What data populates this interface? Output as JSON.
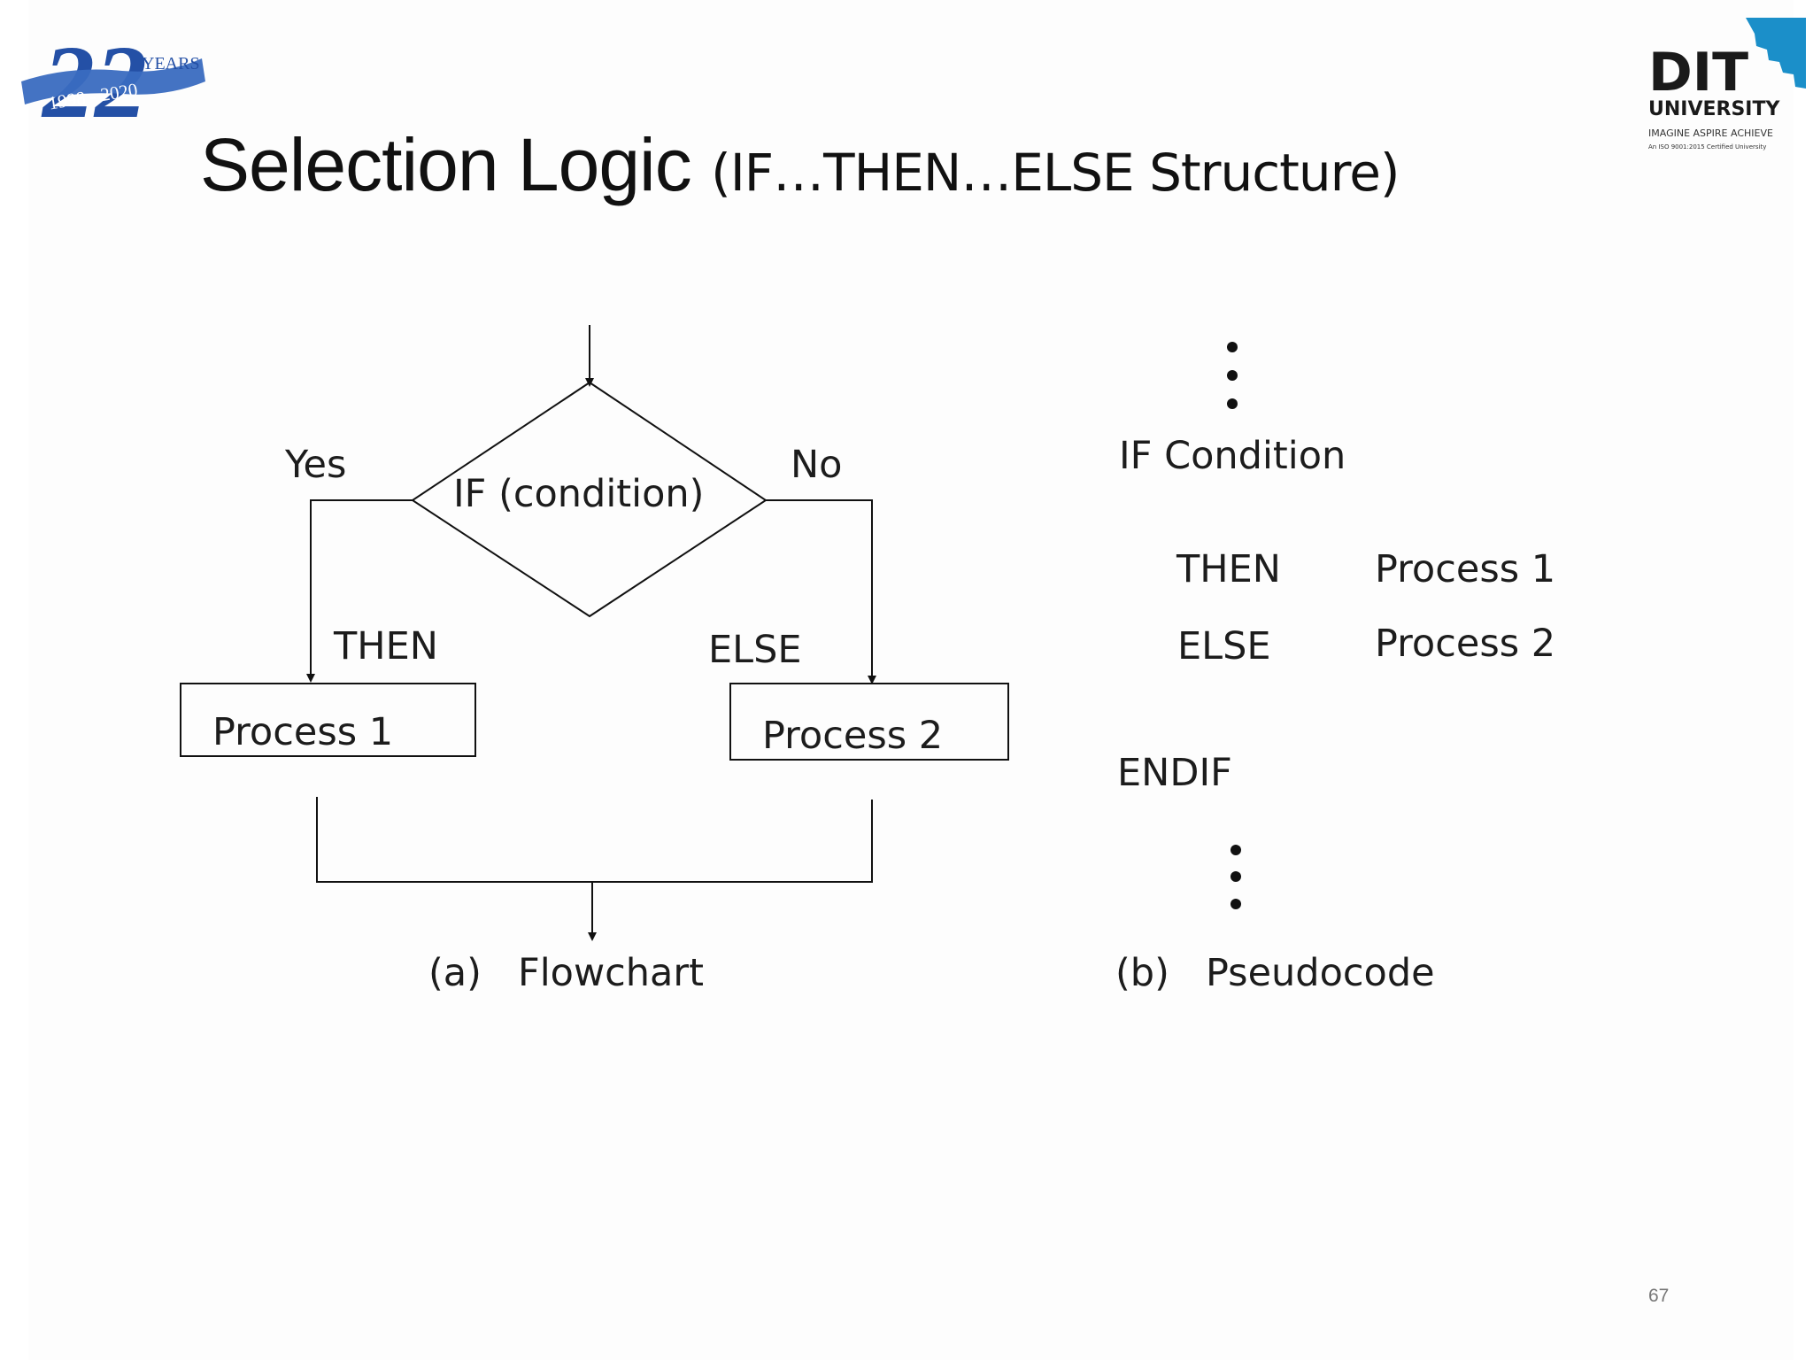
{
  "slide": {
    "title_main": "Selection Logic",
    "title_sub": "(IF…THEN…ELSE Structure)",
    "page_number": "67"
  },
  "logos": {
    "anniversary": {
      "number": "22",
      "years": "YEARS",
      "range": "1998 - 2020",
      "icon": "anniversary-logo"
    },
    "university": {
      "name": "DIT",
      "subname": "UNIVERSITY",
      "tagline": "IMAGINE  ASPIRE  ACHIEVE",
      "small": "An ISO 9001:2015 Certified University",
      "icon": "gear-icon",
      "accent": "#1b8fc9"
    }
  },
  "flowchart": {
    "decision": "IF (condition)",
    "yes": "Yes",
    "no": "No",
    "then": "THEN",
    "else": "ELSE",
    "process1": "Process 1",
    "process2": "Process 2",
    "caption_letter": "(a)",
    "caption": "Flowchart"
  },
  "pseudocode": {
    "if_line": "IF Condition",
    "then_kw": "THEN",
    "then_proc": "Process 1",
    "else_kw": "ELSE",
    "else_proc": "Process 2",
    "endif": "ENDIF",
    "caption_letter": "(b)",
    "caption": "Pseudocode"
  }
}
